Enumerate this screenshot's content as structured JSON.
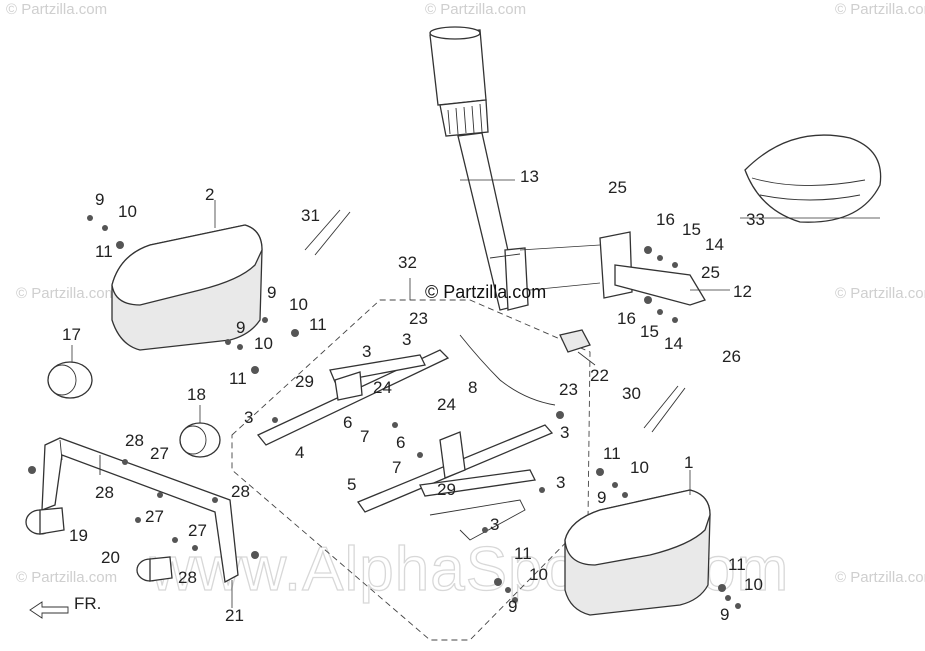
{
  "title_watermark": "© Partzilla.com",
  "center_watermark": "© Partzilla.com",
  "big_watermark": "www.AlphaSports.com",
  "direction_label": "FR.",
  "callouts": [
    {
      "id": "c1",
      "label": "1"
    },
    {
      "id": "c2",
      "label": "2"
    },
    {
      "id": "c3a",
      "label": "3"
    },
    {
      "id": "c3b",
      "label": "3"
    },
    {
      "id": "c3c",
      "label": "3"
    },
    {
      "id": "c3d",
      "label": "3"
    },
    {
      "id": "c3e",
      "label": "3"
    },
    {
      "id": "c3f",
      "label": "3"
    },
    {
      "id": "c4",
      "label": "4"
    },
    {
      "id": "c5",
      "label": "5"
    },
    {
      "id": "c6a",
      "label": "6"
    },
    {
      "id": "c6b",
      "label": "6"
    },
    {
      "id": "c7a",
      "label": "7"
    },
    {
      "id": "c7b",
      "label": "7"
    },
    {
      "id": "c8",
      "label": "8"
    },
    {
      "id": "c9a",
      "label": "9"
    },
    {
      "id": "c9b",
      "label": "9"
    },
    {
      "id": "c9c",
      "label": "9"
    },
    {
      "id": "c9d",
      "label": "9"
    },
    {
      "id": "c9e",
      "label": "9"
    },
    {
      "id": "c9f",
      "label": "9"
    },
    {
      "id": "c10a",
      "label": "10"
    },
    {
      "id": "c10b",
      "label": "10"
    },
    {
      "id": "c10c",
      "label": "10"
    },
    {
      "id": "c10d",
      "label": "10"
    },
    {
      "id": "c10e",
      "label": "10"
    },
    {
      "id": "c10f",
      "label": "10"
    },
    {
      "id": "c11a",
      "label": "11"
    },
    {
      "id": "c11b",
      "label": "11"
    },
    {
      "id": "c11c",
      "label": "11"
    },
    {
      "id": "c11d",
      "label": "11"
    },
    {
      "id": "c11e",
      "label": "11"
    },
    {
      "id": "c11f",
      "label": "11"
    },
    {
      "id": "c12",
      "label": "12"
    },
    {
      "id": "c13",
      "label": "13"
    },
    {
      "id": "c14a",
      "label": "14"
    },
    {
      "id": "c14b",
      "label": "14"
    },
    {
      "id": "c15a",
      "label": "15"
    },
    {
      "id": "c15b",
      "label": "15"
    },
    {
      "id": "c16a",
      "label": "16"
    },
    {
      "id": "c16b",
      "label": "16"
    },
    {
      "id": "c17",
      "label": "17"
    },
    {
      "id": "c18",
      "label": "18"
    },
    {
      "id": "c19",
      "label": "19"
    },
    {
      "id": "c20",
      "label": "20"
    },
    {
      "id": "c21",
      "label": "21"
    },
    {
      "id": "c22",
      "label": "22"
    },
    {
      "id": "c23a",
      "label": "23"
    },
    {
      "id": "c23b",
      "label": "23"
    },
    {
      "id": "c24a",
      "label": "24"
    },
    {
      "id": "c24b",
      "label": "24"
    },
    {
      "id": "c25a",
      "label": "25"
    },
    {
      "id": "c25b",
      "label": "25"
    },
    {
      "id": "c26",
      "label": "26"
    },
    {
      "id": "c27a",
      "label": "27"
    },
    {
      "id": "c27b",
      "label": "27"
    },
    {
      "id": "c27c",
      "label": "27"
    },
    {
      "id": "c28a",
      "label": "28"
    },
    {
      "id": "c28b",
      "label": "28"
    },
    {
      "id": "c28c",
      "label": "28"
    },
    {
      "id": "c28d",
      "label": "28"
    },
    {
      "id": "c29a",
      "label": "29"
    },
    {
      "id": "c29b",
      "label": "29"
    },
    {
      "id": "c30",
      "label": "30"
    },
    {
      "id": "c31",
      "label": "31"
    },
    {
      "id": "c32",
      "label": "32"
    },
    {
      "id": "c33",
      "label": "33"
    }
  ]
}
